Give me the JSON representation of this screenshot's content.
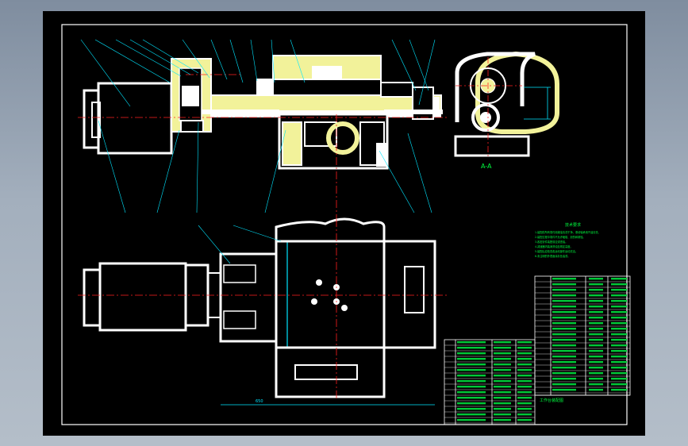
{
  "drawing": {
    "section_label": "A-A",
    "notes_title": "技术要求",
    "notes": [
      "1.装配前所有零件用煤油清洗干净，滚动轴承用汽油清洗。",
      "2.装配过程中零件不允许磕碰、划伤和锈蚀。",
      "3.各密封件装配前应浸透油。",
      "4.减速器内装润滑油至规定高度。",
      "5.装配后应检查各运动部件运动灵活。",
      "6.未注明的外表面涂灰色油漆。"
    ],
    "table_caption": "工作台装配图",
    "overall_dimension": "650"
  },
  "colors": {
    "background": "#000000",
    "outline": "#ffffff",
    "centerline": "#ff2020",
    "leader": "#00e5ff",
    "section_fill": "#f2f29a",
    "text": "#00ff40",
    "dimension": "#00e5ff"
  }
}
